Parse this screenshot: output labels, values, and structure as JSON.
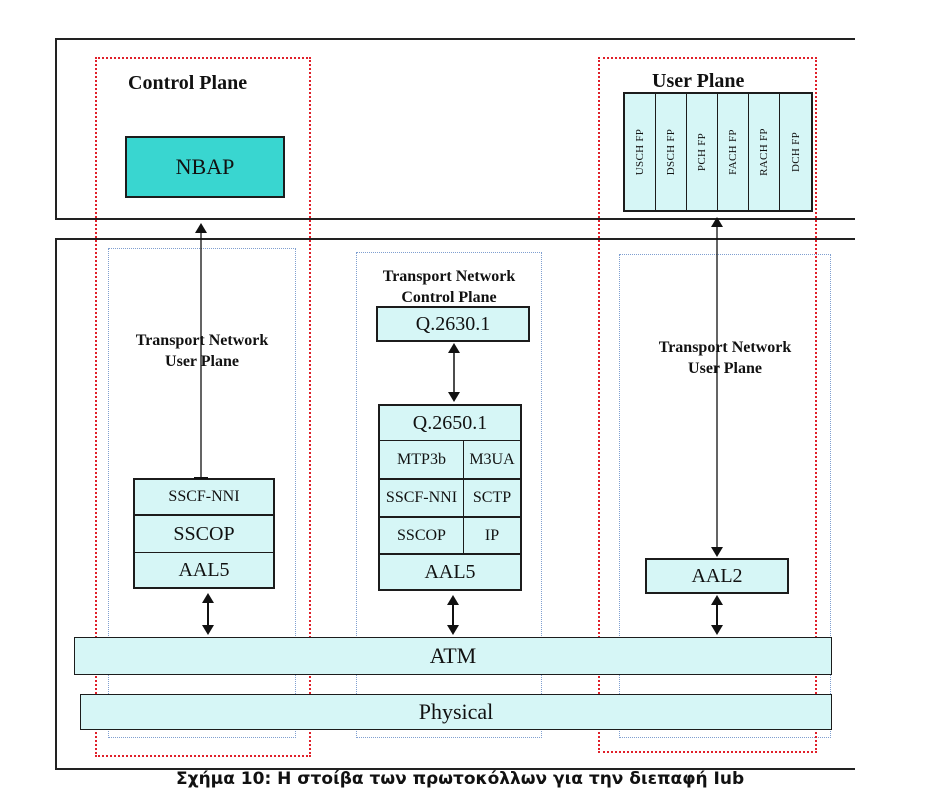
{
  "control_plane": {
    "title": "Control Plane",
    "nbap": "NBAP"
  },
  "user_plane": {
    "title": "User Plane",
    "fp_items": [
      "USCH FP",
      "DSCH FP",
      "PCH FP",
      "FACH FP",
      "RACH FP",
      "DCH FP"
    ]
  },
  "tn_user_plane_left": {
    "label_line1": "Transport Network",
    "label_line2": "User Plane"
  },
  "tn_user_plane_right": {
    "label_line1": "Transport Network",
    "label_line2": "User Plane"
  },
  "tn_control_plane": {
    "label_line1": "Transport Network",
    "label_line2": "Control Plane",
    "q2630": "Q.2630.1",
    "q2650": "Q.2650.1",
    "rows": [
      {
        "left": "MTP3b",
        "right": "M3UA"
      },
      {
        "left": "SSCF-NNI",
        "right": "SCTP"
      },
      {
        "left": "SSCOP",
        "right": "IP"
      }
    ],
    "aal5": "AAL5"
  },
  "left_stack": {
    "sscf": "SSCF-NNI",
    "sscop": "SSCOP",
    "aal5": "AAL5"
  },
  "right_stack": {
    "aal2": "AAL2"
  },
  "atm": "ATM",
  "physical": "Physical",
  "caption": "Σχήμα 10: Η στοίβα των πρωτοκόλλων για την διεπαφή Iub",
  "colors": {
    "box_fill": "#d6f6f6",
    "nbap_fill": "#39d6d0",
    "red_boundary": "#e0202a",
    "blue_dotted": "#7f9fd0"
  }
}
